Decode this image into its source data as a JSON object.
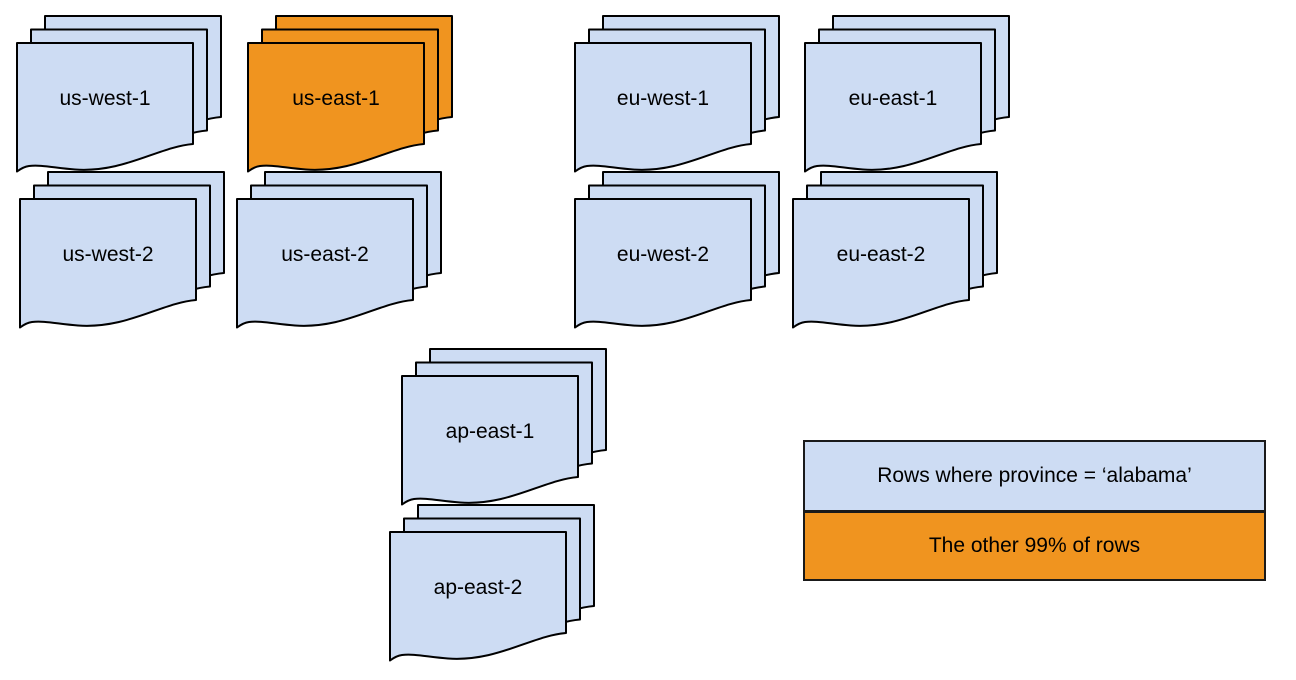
{
  "colors": {
    "base_blue": "#cddcf3",
    "highlight_orange": "#f0941f",
    "outline": "#000000",
    "background": "#ffffff"
  },
  "stacks": [
    {
      "label": "us-west-1",
      "fill": "#cddcf3"
    },
    {
      "label": "us-east-1",
      "fill": "#f0941f"
    },
    {
      "label": "eu-west-1",
      "fill": "#cddcf3"
    },
    {
      "label": "eu-east-1",
      "fill": "#cddcf3"
    },
    {
      "label": "us-west-2",
      "fill": "#cddcf3"
    },
    {
      "label": "us-east-2",
      "fill": "#cddcf3"
    },
    {
      "label": "eu-west-2",
      "fill": "#cddcf3"
    },
    {
      "label": "eu-east-2",
      "fill": "#cddcf3"
    },
    {
      "label": "ap-east-1",
      "fill": "#cddcf3"
    },
    {
      "label": "ap-east-2",
      "fill": "#cddcf3"
    }
  ],
  "legend": {
    "items": [
      {
        "label": "Rows where province = ‘alabama’",
        "fill": "#cddcf3"
      },
      {
        "label": "The other 99% of rows",
        "fill": "#f0941f"
      }
    ]
  }
}
